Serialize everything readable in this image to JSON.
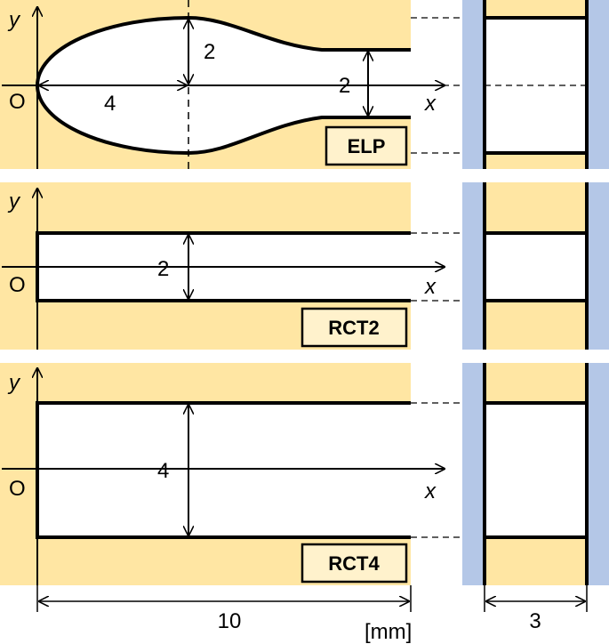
{
  "colors": {
    "fill": "#FFE6A3",
    "side": "#B4C7E7",
    "line": "#000000",
    "tag_bg": "#FFF2CC"
  },
  "axes": {
    "x": "x",
    "y": "y",
    "origin": "O"
  },
  "panels": {
    "elp": {
      "tag": "ELP",
      "half_width_label": "2",
      "length_label": "4",
      "outlet_label": "2"
    },
    "rct2": {
      "tag": "RCT2",
      "height_label": "2"
    },
    "rct4": {
      "tag": "RCT4",
      "height_label": "4"
    }
  },
  "dimensions": {
    "length": "10",
    "unit": "[mm]",
    "depth": "3"
  }
}
